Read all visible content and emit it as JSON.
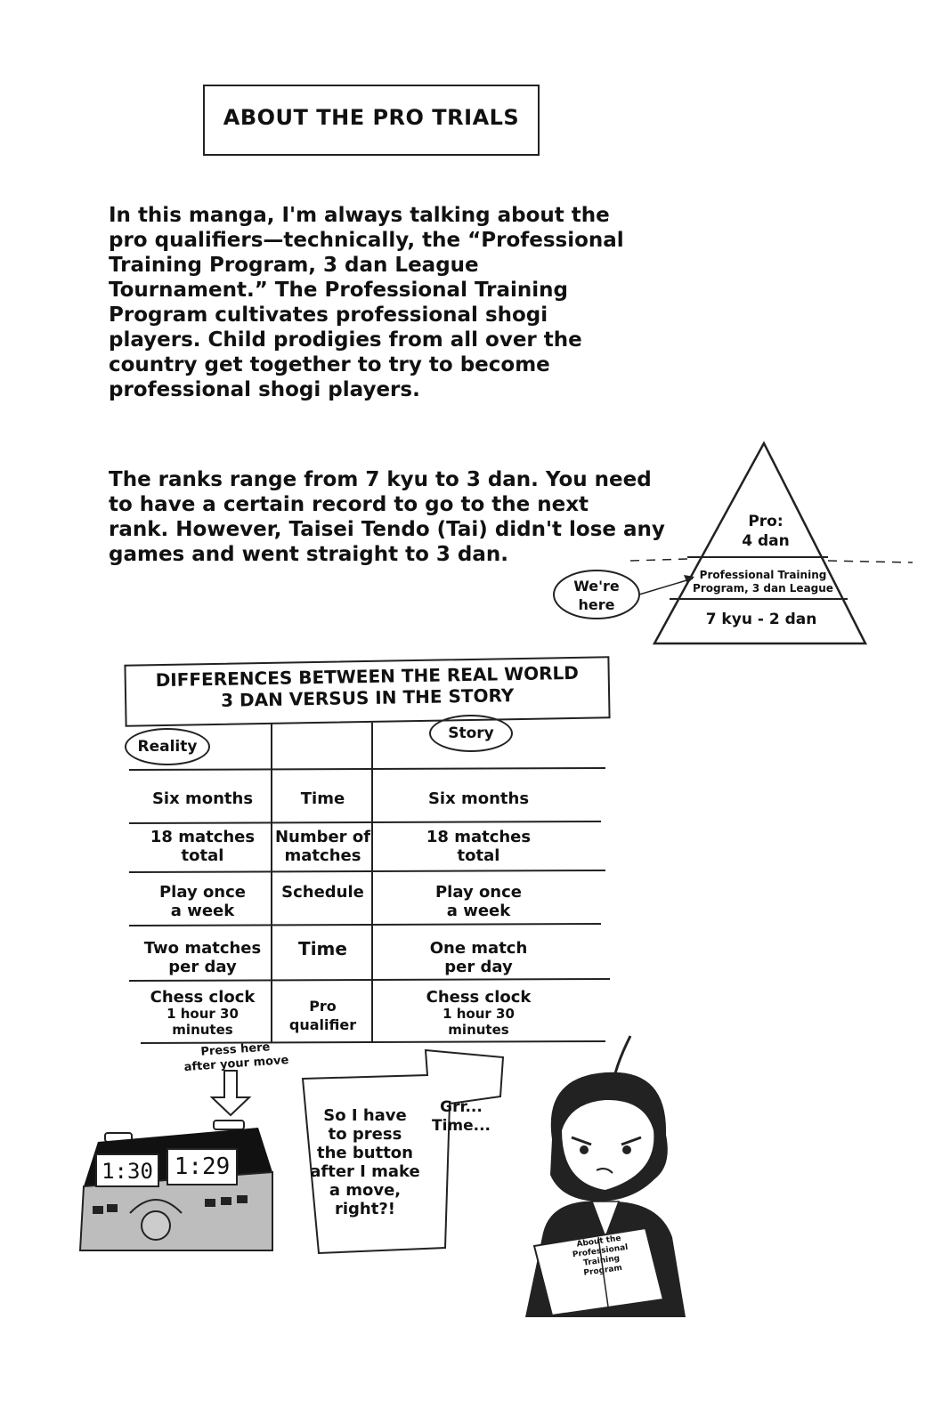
{
  "header": {
    "title": "ABOUT THE PRO TRIALS"
  },
  "paragraph1": {
    "lines": [
      "In this manga, I'm always talking about the",
      "pro qualifiers—technically, the “Professional",
      "Training Program, 3 dan League",
      "Tournament.” The Professional Training",
      "Program cultivates professional shogi",
      "players. Child prodigies from all over the",
      "country get together to try to become",
      "professional shogi players."
    ]
  },
  "paragraph2": {
    "lines": [
      "The ranks range from 7 kyu to 3 dan. You need",
      "to have a certain record to go to the next",
      "rank. However, Taisei Tendo (Tai) didn't lose any",
      "games and went straight to 3 dan."
    ]
  },
  "pyramid": {
    "top_line1": "Pro:",
    "top_line2": "4 dan",
    "mid_line1": "Professional Training",
    "mid_line2": "Program, 3 dan League",
    "bottom": "7 kyu - 2 dan",
    "pointer_line1": "We're",
    "pointer_line2": "here"
  },
  "comparison": {
    "title_line1": "DIFFERENCES BETWEEN THE REAL WORLD",
    "title_line2": "3 DAN VERSUS IN THE STORY",
    "reality_label": "Reality",
    "story_label": "Story",
    "rows": [
      {
        "reality": [
          "Six months"
        ],
        "item": [
          "Time"
        ],
        "story": [
          "Six months"
        ]
      },
      {
        "reality": [
          "18 matches",
          "total"
        ],
        "item": [
          "Number of",
          "matches"
        ],
        "story": [
          "18 matches",
          "total"
        ]
      },
      {
        "reality": [
          "Play once",
          "a week"
        ],
        "item": [
          "Schedule"
        ],
        "story": [
          "Play once",
          "a week"
        ]
      },
      {
        "reality": [
          "Two matches",
          "per day"
        ],
        "item": [
          "Time"
        ],
        "story": [
          "One match",
          "per day"
        ]
      },
      {
        "reality": [
          "Chess clock",
          "1 hour 30",
          "minutes"
        ],
        "item": [
          "Pro",
          "qualifier"
        ],
        "story": [
          "Chess clock",
          "1 hour 30",
          "minutes"
        ]
      }
    ]
  },
  "clock": {
    "note_line1": "Press here",
    "note_line2": "after your move",
    "left_time": "1:30",
    "right_time": "1:29"
  },
  "dialogue": {
    "speech_lines": [
      "So I have",
      "to press",
      "the button",
      "after I make",
      "a move,",
      "right?!"
    ],
    "grumble_line1": "Grr...",
    "grumble_line2": "Time...",
    "pamphlet_lines": [
      "About the",
      "Professional",
      "Training",
      "Program"
    ]
  }
}
